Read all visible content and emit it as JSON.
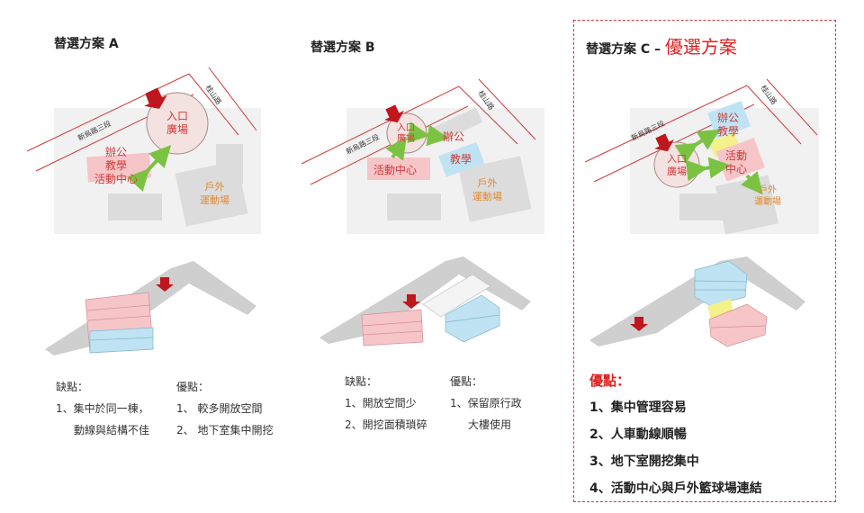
{
  "scheme_a": {
    "title": "替選方案 A",
    "street1": "新烏路三段",
    "street2": "桂山路",
    "plaza": "入口\n廣場",
    "building": "辦公\n教學\n活動中心",
    "field": "戶外\n運動場",
    "cons_head": "缺點：",
    "cons": [
      "1、集中於同一棟，",
      "動線與結構不佳"
    ],
    "pros_head": "優點：",
    "pros": [
      "1、 較多開放空間",
      "2、 地下室集中開挖"
    ]
  },
  "scheme_b": {
    "title": "替選方案 B",
    "street1": "新烏路三段",
    "street2": "桂山路",
    "plaza": "入口\n廣場",
    "office": "辦公",
    "activity": "活動中心",
    "teaching": "教學",
    "field": "戶外\n運動場",
    "cons_head": "缺點：",
    "cons": [
      "1、開放空間少",
      "2、開挖面積瑣碎"
    ],
    "pros_head": "優點：",
    "pros": [
      "1、保留原行政",
      "大樓使用"
    ]
  },
  "scheme_c": {
    "title": "替選方案 C –",
    "title_highlight": "優選方案",
    "street1": "新烏路三段",
    "street2": "桂山路",
    "plaza": "入口\n廣場",
    "office": "辦公\n教學",
    "activity": "活動\n中心",
    "field": "戶外\n運動場",
    "pros_head": "優點：",
    "pros": [
      "1、集中管理容易",
      "2、人車動線順暢",
      "3、地下室開挖集中",
      "4、活動中心與戶外籃球場連結"
    ]
  },
  "colors": {
    "accent_red": "#d23a3a",
    "arrow_green": "#7cc242",
    "pink_block": "#f6c5c8",
    "blue_block": "#bfe3f2",
    "yellow_block": "#f4f08a",
    "orange_text": "#e08a30"
  }
}
